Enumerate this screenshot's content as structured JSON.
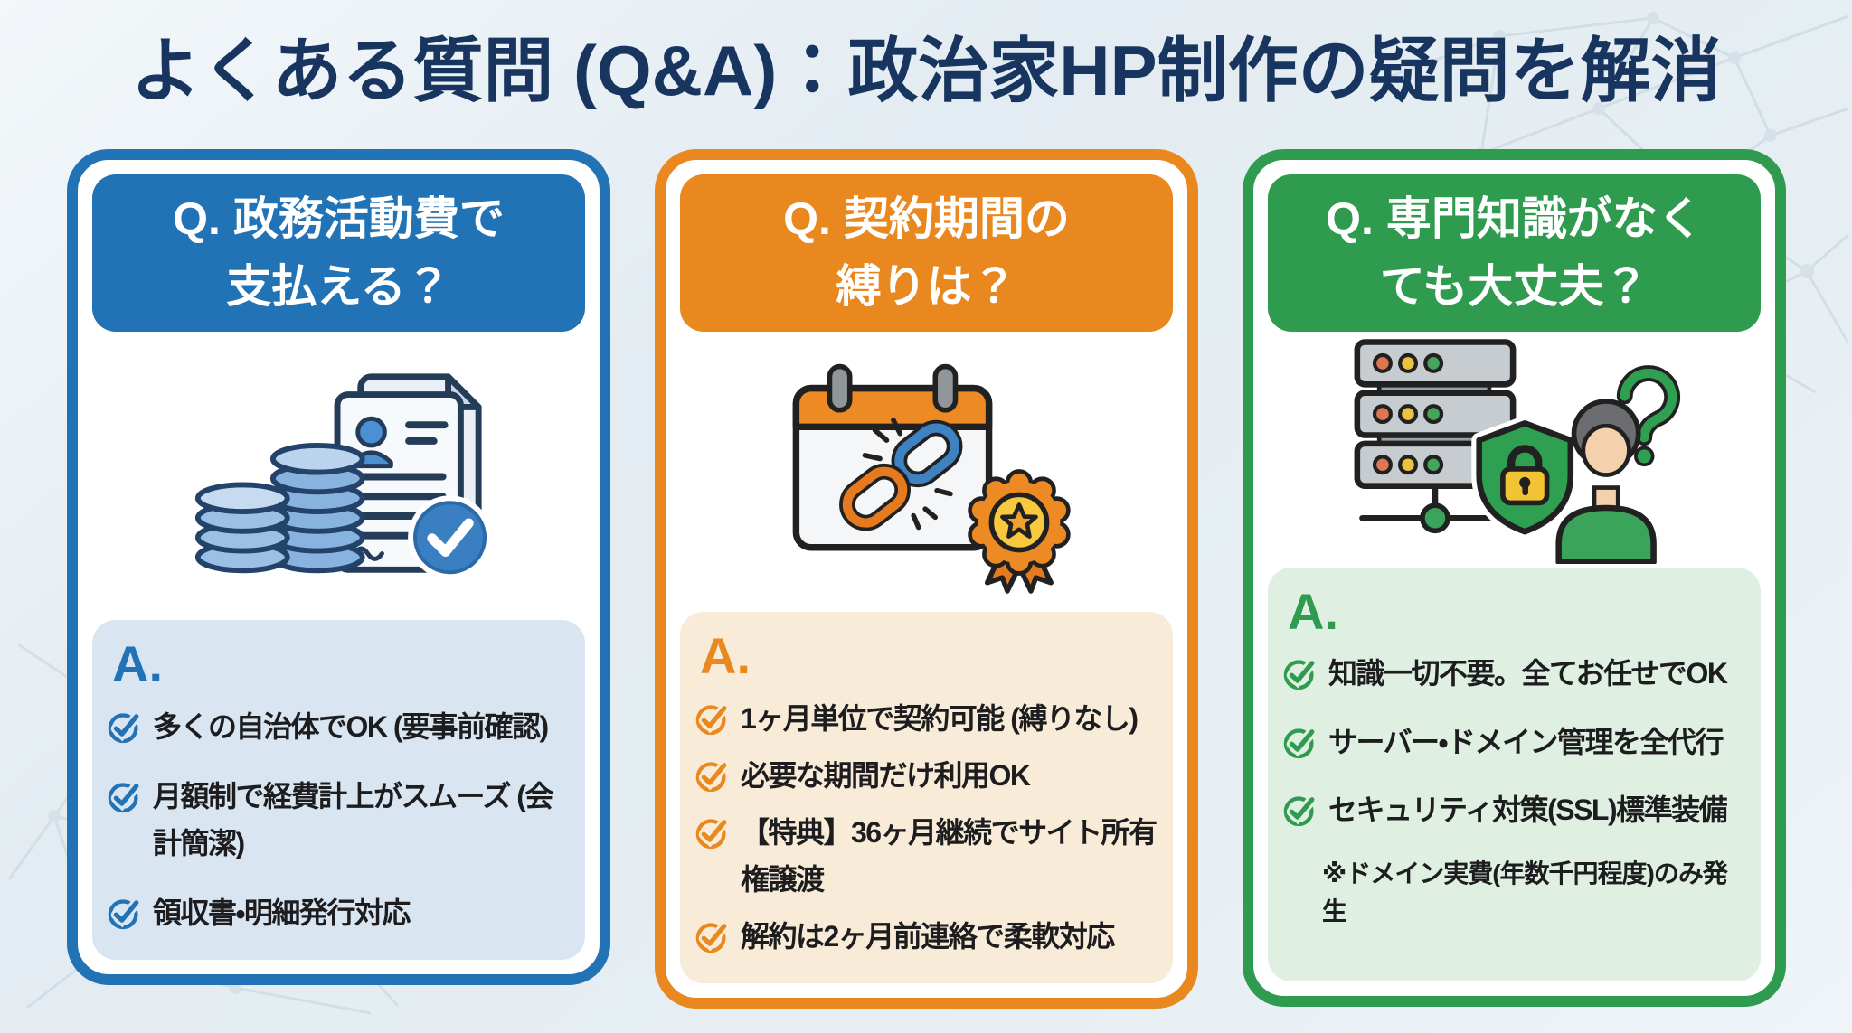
{
  "title": "よくある質問 (Q&A)：政治家HP制作の疑問を解消",
  "colors": {
    "page_background": "#e6eef3",
    "title_text": "#17355e",
    "card_blue": "#2173b6",
    "card_orange": "#e8881f",
    "card_green": "#2e9b4f",
    "answer_bg_blue": "#d9e5f0",
    "answer_bg_orange": "#f8ecd8",
    "answer_bg_green": "#dff0e3",
    "item_text": "#1d1d1f"
  },
  "cards": [
    {
      "question_line1": "Q. 政務活動費で",
      "question_line2": "支払える？",
      "icon": "coins-document-check-icon",
      "answer_label": "A.",
      "items": [
        "多くの自治体でOK (要事前確認)",
        "月額制で経費計上がスムーズ (会計簡潔)",
        "領収書・明細発行対応"
      ]
    },
    {
      "question_line1": "Q. 契約期間の",
      "question_line2": "縛りは？",
      "icon": "calendar-broken-chain-award-icon",
      "answer_label": "A.",
      "items": [
        "1ヶ月単位で契約可能 (縛りなし)",
        "必要な期間だけ利用OK",
        "【特典】36ヶ月継続でサイト所有権譲渡",
        "解約は2ヶ月前連絡で柔軟対応"
      ]
    },
    {
      "question_line1": "Q. 専門知識がなく",
      "question_line2": "ても大丈夫？",
      "icon": "server-shield-user-question-icon",
      "answer_label": "A.",
      "items": [
        "知識一切不要。全てお任せでOK",
        "サーバー・ドメイン管理を全代行",
        "セキュリティ対策(SSL)標準装備"
      ],
      "note": "※ドメイン実費(年数千円程度)のみ発生"
    }
  ]
}
